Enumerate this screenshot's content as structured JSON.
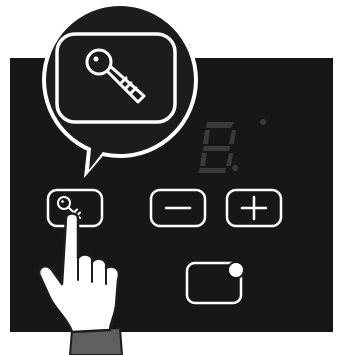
{
  "panel": {
    "display": {
      "digit": "8",
      "state": "unlit"
    },
    "buttons": {
      "lock": {
        "icon": "key-icon"
      },
      "minus": {
        "icon": "minus-icon"
      },
      "plus": {
        "icon": "plus-icon"
      },
      "power": {
        "icon": "power-toggle-icon"
      }
    },
    "callout": {
      "icon": "key-icon",
      "meaning": "hold-lock-key"
    },
    "hand": {
      "icon": "pointing-hand-icon",
      "target": "lock"
    }
  },
  "colors": {
    "panel": "#171717",
    "outline": "#ffffff",
    "display_unlit": "#3a3a3a",
    "callout_fill": "#1c1c1c",
    "sleeve": "#5f5f5f"
  }
}
